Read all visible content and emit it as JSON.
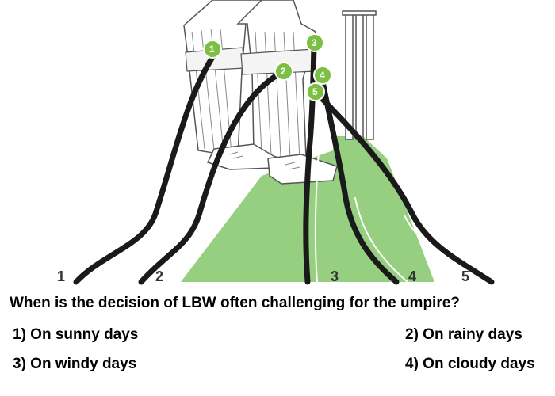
{
  "figure": {
    "path_labels": [
      "1",
      "2",
      "3",
      "4",
      "5"
    ],
    "marker_labels": [
      "1",
      "2",
      "3",
      "4",
      "5"
    ],
    "colors": {
      "pitch_green": "#97cf80",
      "marker_green": "#7bc043",
      "path_black": "#1a1a1a",
      "label_gray": "#333333"
    }
  },
  "question": {
    "text": "When is the decision of LBW often challenging for the umpire?"
  },
  "options": [
    {
      "label": "1) On sunny days"
    },
    {
      "label": "2) On rainy days"
    },
    {
      "label": "3) On windy days"
    },
    {
      "label": "4) On cloudy days"
    }
  ]
}
